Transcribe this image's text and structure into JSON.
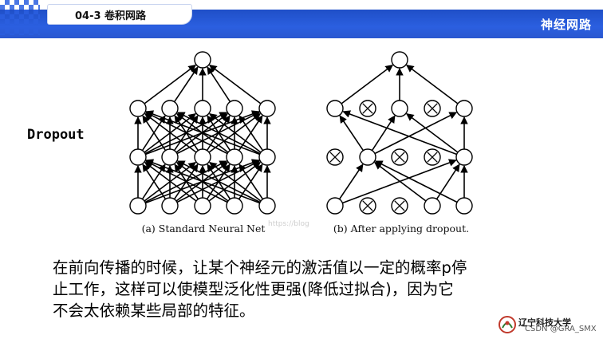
{
  "header": {
    "tab_label": "04-3 卷积网路",
    "right_title": "神经网路"
  },
  "side_label": "Dropout",
  "diagram": {
    "caption_a": "(a) Standard Neural Net",
    "caption_b": "(b) After applying dropout.",
    "watermark": "https://blog"
  },
  "body_lines": [
    "在前向传播的时候，让某个神经元的激活值以一定的概率p停",
    "止工作，这样可以使模型泛化性更强(降低过拟合)，因为它",
    "不会太依赖某些局部的特征。"
  ],
  "logo": {
    "name": "辽宁科技大学",
    "watermark": "CSDN @GRA_SMX"
  },
  "colors": {
    "header_blue": "#2b5fe0",
    "text": "#000000"
  }
}
